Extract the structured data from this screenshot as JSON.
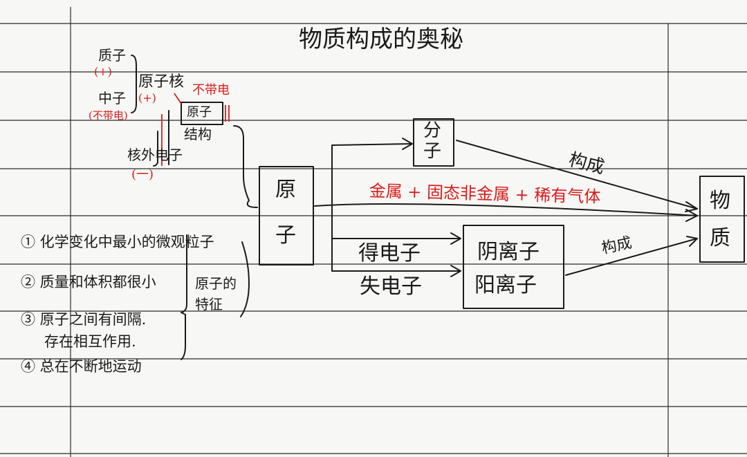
{
  "title": "物质构成的奥秘",
  "nucleus_parts": {
    "proton": "质子",
    "proton_charge": "(+)",
    "neutron": "中子",
    "neutron_charge": "(不带电)",
    "nucleus": "原子核",
    "nucleus_charge": "(+)",
    "atom_neutral": "不带电",
    "atom_structure_line1": "原子",
    "atom_structure_line2": "结构",
    "electron": "核外电子",
    "electron_charge": "(一)"
  },
  "features": {
    "item1": "① 化学变化中最小的微观粒子",
    "item2": "② 质量和体积都很小",
    "item3_line1": "③ 原子之间有间隔.",
    "item3_line2": "存在相互作用.",
    "item4": "④ 总在不断地运动",
    "label_line1": "原子的",
    "label_line2": "特征"
  },
  "nodes": {
    "atom_line1": "原",
    "atom_line2": "子",
    "molecule_line1": "分",
    "molecule_line2": "子",
    "anion": "阴离子",
    "cation": "阳离子",
    "substance_line1": "物",
    "substance_line2": "质"
  },
  "edges": {
    "gain_electron": "得电子",
    "lose_electron": "失电子",
    "constitute_top": "构成",
    "constitute_bottom": "构成",
    "direct_constitute": "金属 + 固态非金属 + 稀有气体"
  },
  "colors": {
    "ink": "#1a1a1a",
    "annotation": "#d91c1c",
    "rule": "#2a2a2a",
    "paper": "#f7f7f5"
  }
}
